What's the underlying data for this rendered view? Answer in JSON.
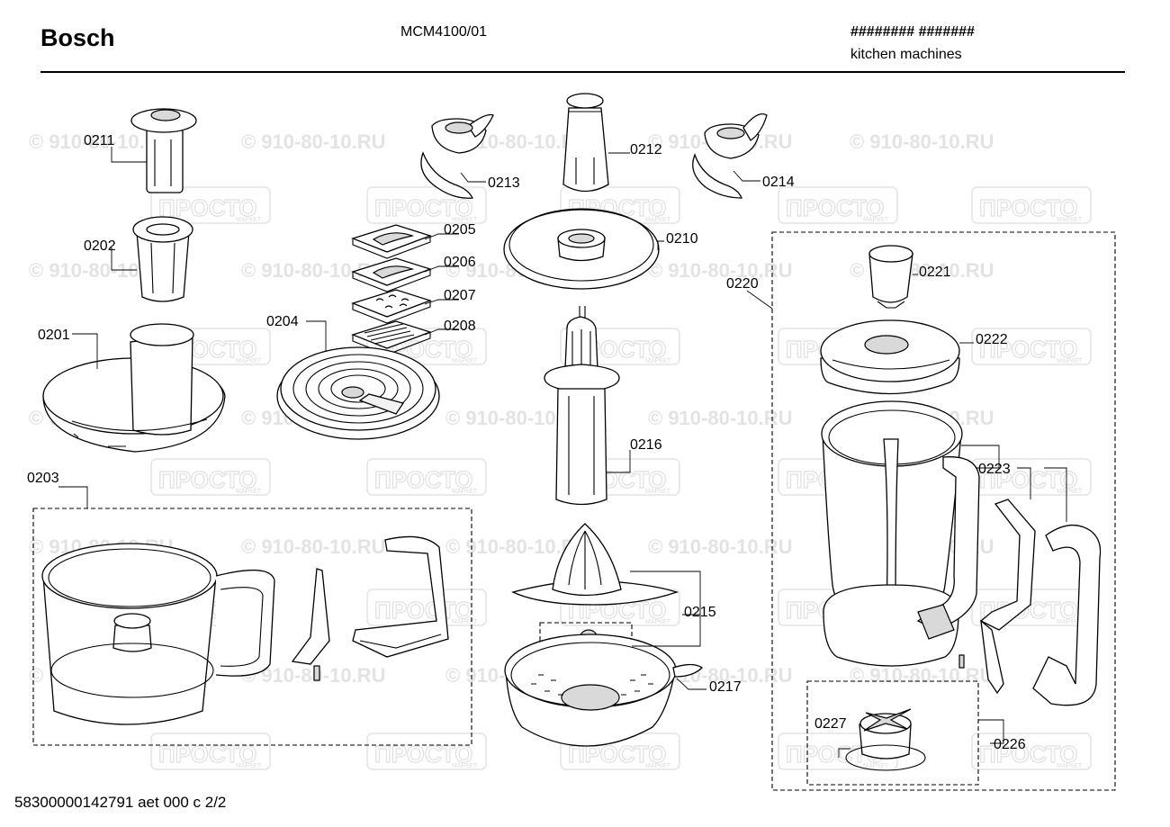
{
  "header": {
    "brand": "Bosch",
    "model": "MCM4100/01",
    "code": "######## #######",
    "category": "kitchen machines"
  },
  "footer": {
    "doc_id": "58300000142791 aet 000 c 2/2"
  },
  "watermark": {
    "phone": "© 910-80-10.RU",
    "brand": "ПРОСТО",
    "brand_sub": "МАРКЕТ"
  },
  "parts": [
    {
      "id": "p0201",
      "label": "0201"
    },
    {
      "id": "p0202",
      "label": "0202"
    },
    {
      "id": "p0203",
      "label": "0203"
    },
    {
      "id": "p0204",
      "label": "0204"
    },
    {
      "id": "p0205",
      "label": "0205"
    },
    {
      "id": "p0206",
      "label": "0206"
    },
    {
      "id": "p0207",
      "label": "0207"
    },
    {
      "id": "p0208",
      "label": "0208"
    },
    {
      "id": "p0210",
      "label": "0210"
    },
    {
      "id": "p0211",
      "label": "0211"
    },
    {
      "id": "p0212",
      "label": "0212"
    },
    {
      "id": "p0213",
      "label": "0213"
    },
    {
      "id": "p0214",
      "label": "0214"
    },
    {
      "id": "p0215",
      "label": "0215"
    },
    {
      "id": "p0216",
      "label": "0216"
    },
    {
      "id": "p0217",
      "label": "0217"
    },
    {
      "id": "p0220",
      "label": "0220"
    },
    {
      "id": "p0221",
      "label": "0221"
    },
    {
      "id": "p0222",
      "label": "0222"
    },
    {
      "id": "p0223",
      "label": "0223"
    },
    {
      "id": "p0226",
      "label": "0226"
    },
    {
      "id": "p0227",
      "label": "0227"
    }
  ]
}
